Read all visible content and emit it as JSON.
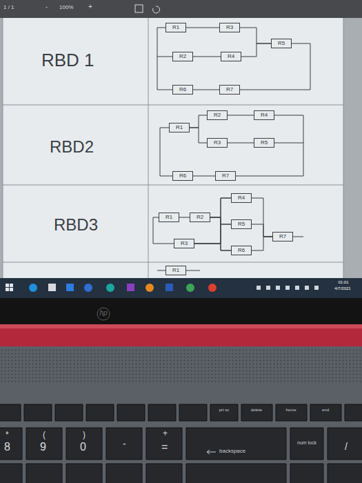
{
  "diagram": {
    "nodes": [
      {
        "text": [
          "R1"
        ]
      },
      {
        "text": [
          "R3"
        ]
      },
      {
        "text": [
          "R5"
        ]
      },
      {
        "text": [
          "R2"
        ]
      },
      {
        "text": [
          "R4"
        ]
      },
      {
        "text": [
          "R6"
        ]
      },
      {
        "text": [
          "R7"
        ]
      },
      {
        "text": [
          "R2"
        ]
      },
      {
        "text": [
          "R4"
        ]
      },
      {
        "text": [
          "R1"
        ]
      },
      {
        "text": [
          "R3"
        ]
      },
      {
        "text": [
          "R5"
        ]
      },
      {
        "text": [
          "R6"
        ]
      },
      {
        "text": [
          "R7"
        ]
      },
      {
        "text": [
          "R4"
        ]
      },
      {
        "text": [
          "R1"
        ]
      },
      {
        "text": [
          "R2"
        ]
      },
      {
        "text": [
          "R5"
        ]
      },
      {
        "text": [
          "R7"
        ]
      },
      {
        "text": [
          "R3"
        ]
      },
      {
        "text": [
          "R6"
        ]
      },
      {
        "text": [
          "R1"
        ]
      }
    ],
    "edges": [
      {
        "from": 0,
        "to": 1,
        "arrow": "none"
      },
      {
        "from": 3,
        "to": 4,
        "arrow": "none"
      },
      {
        "from": 1,
        "to": 2,
        "arrow": "none"
      },
      {
        "from": 4,
        "to": 2,
        "arrow": "none"
      },
      {
        "from": 5,
        "to": 6,
        "arrow": "none"
      },
      {
        "from": 9,
        "to": 7,
        "arrow": "none"
      },
      {
        "from": 9,
        "to": 10,
        "arrow": "none"
      },
      {
        "from": 7,
        "to": 8,
        "arrow": "none"
      },
      {
        "from": 10,
        "to": 11,
        "arrow": "none"
      },
      {
        "from": 12,
        "to": 13,
        "arrow": "none"
      },
      {
        "from": 15,
        "to": 16,
        "arrow": "none"
      },
      {
        "from": 16,
        "to": 14,
        "arrow": "none"
      },
      {
        "from": 16,
        "to": 17,
        "arrow": "none"
      },
      {
        "from": 16,
        "to": 20,
        "arrow": "none"
      },
      {
        "from": 19,
        "to": 14,
        "arrow": "none"
      },
      {
        "from": 19,
        "to": 17,
        "arrow": "none"
      },
      {
        "from": 19,
        "to": 20,
        "arrow": "none"
      },
      {
        "from": 14,
        "to": 18,
        "arrow": "none"
      },
      {
        "from": 17,
        "to": 18,
        "arrow": "none"
      },
      {
        "from": 20,
        "to": 18,
        "arrow": "none"
      }
    ],
    "labels": [
      "1 / 1",
      "-",
      "100%",
      "+",
      "RBD 1",
      "RBD2",
      "RBD3",
      "01:01",
      "4/7/2021",
      "hp",
      "prt sc",
      "delete",
      "home",
      "end",
      "*",
      "8",
      "(",
      "9",
      ")",
      "0",
      "-",
      "+",
      "=",
      "backspace",
      "num lock",
      "/"
    ]
  }
}
